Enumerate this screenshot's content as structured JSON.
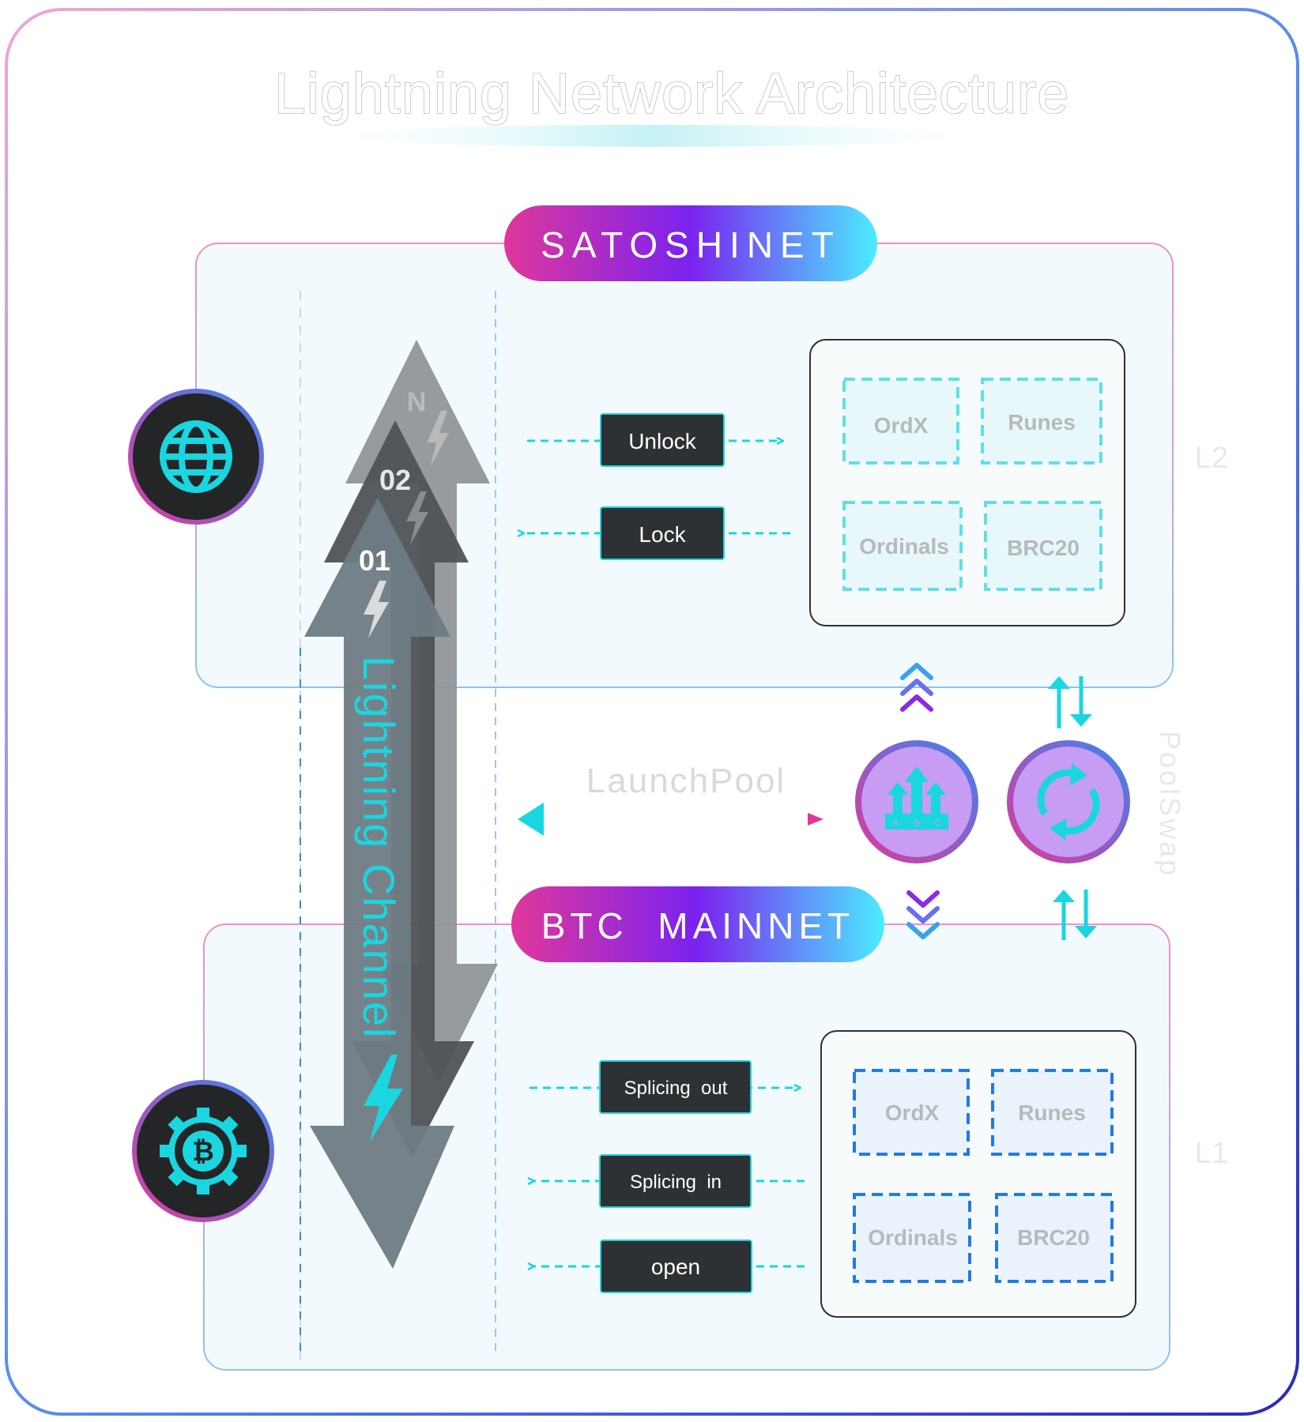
{
  "title": "Lightning Network Architecture",
  "colors": {
    "cyan": "#19d6e0",
    "blue": "#1f7be8",
    "pink": "#e0379b",
    "purple": "#8a2be2",
    "dark_label": "#2e3133",
    "node_fill": "#c79cf5"
  },
  "layers": {
    "l2": {
      "name": "SATOSHINET",
      "tag": "L2"
    },
    "l1": {
      "name": "BTC  MAINNET",
      "tag": "L1"
    }
  },
  "channel": {
    "label": "Lightning Channel",
    "levels": [
      "N",
      "02",
      "01"
    ]
  },
  "l2_actions": [
    {
      "label": "Unlock",
      "direction": "right"
    },
    {
      "label": "Lock",
      "direction": "left"
    }
  ],
  "l1_actions": [
    {
      "label": "Splicing  out",
      "direction": "right"
    },
    {
      "label": "Splicing  in",
      "direction": "left"
    },
    {
      "label": "open",
      "direction": "left"
    }
  ],
  "l2_assets": [
    "OrdX",
    "Runes",
    "Ordinals",
    "BRC20"
  ],
  "l1_assets": [
    "OrdX",
    "Runes",
    "Ordinals",
    "BRC20"
  ],
  "launchpool": {
    "label": "LaunchPool",
    "icon": "abc-launch-icon"
  },
  "poolswap": {
    "label": "PoolSwap",
    "icon": "swap-arrows-icon"
  },
  "layer_icons": {
    "l2": "globe-icon",
    "l1": "bitcoin-gear-icon"
  }
}
